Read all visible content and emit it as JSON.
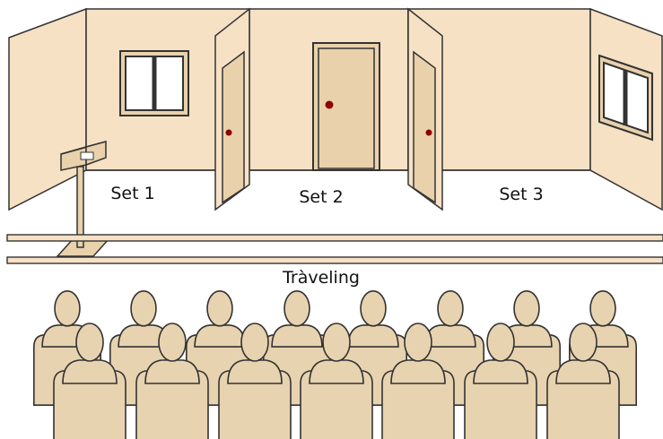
{
  "labels": {
    "set1": "Set 1",
    "set2": "Set 2",
    "set3": "Set 3",
    "track": "Tràveling"
  },
  "colors": {
    "wall": "#f6e1c5",
    "door": "#e8d1ab",
    "audience": "#e8d3b0",
    "outline": "#333333",
    "knob": "#8b0000",
    "floor": "#ffffff"
  },
  "icons": {
    "camera": "video-camera-icon",
    "window": "window-icon",
    "door": "door-icon",
    "person": "seated-person-icon"
  }
}
